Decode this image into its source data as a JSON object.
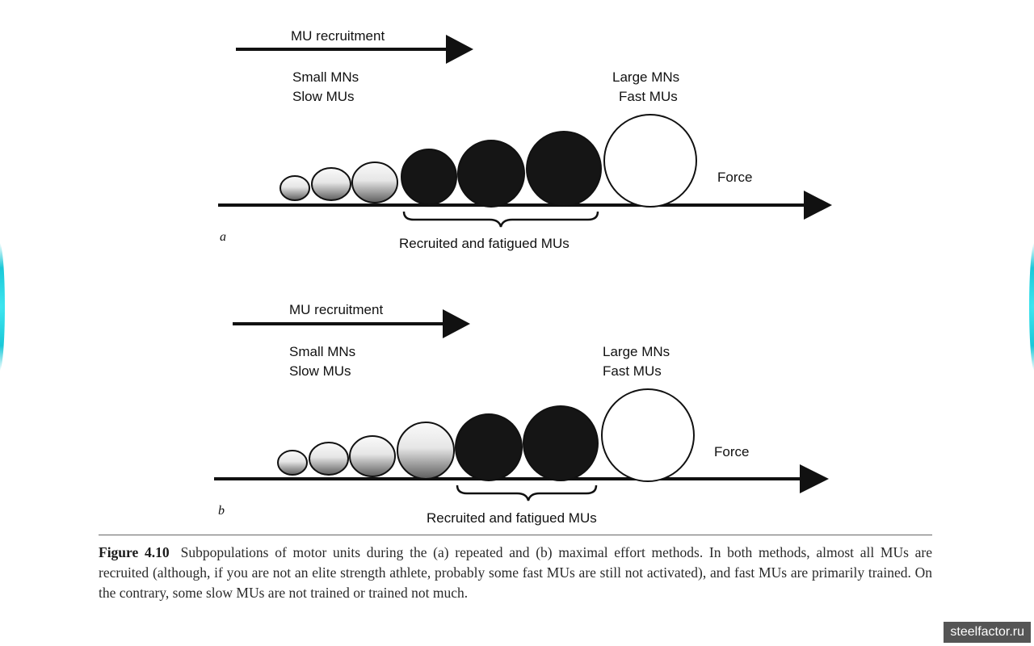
{
  "panels": [
    {
      "id": "a",
      "recruitment_label": "MU recruitment",
      "small_label_line1": "Small MNs",
      "small_label_line2": "Slow MUs",
      "large_label_line1": "Large MNs",
      "large_label_line2": "Fast MUs",
      "force_label": "Force",
      "brace_label": "Recruited and fatigued MUs",
      "panel_letter": "a",
      "units": [
        "shaded",
        "shaded",
        "shaded",
        "filled",
        "filled",
        "filled",
        "empty"
      ]
    },
    {
      "id": "b",
      "recruitment_label": "MU recruitment",
      "small_label_line1": "Small MNs",
      "small_label_line2": "Slow MUs",
      "large_label_line1": "Large MNs",
      "large_label_line2": "Fast MUs",
      "force_label": "Force",
      "brace_label": "Recruited and fatigued MUs",
      "panel_letter": "b",
      "units": [
        "shaded",
        "shaded",
        "shaded",
        "shaded",
        "filled",
        "filled",
        "empty"
      ]
    }
  ],
  "caption": {
    "figure_label": "Figure 4.10",
    "text": "Subpopulations of motor units during the (a) repeated and (b) maximal effort methods. In both methods, almost all MUs are recruited (although, if you are not an elite strength athlete, probably some fast MUs are still not activated), and fast MUs are primarily trained. On the contrary, some slow MUs are not trained or trained not much."
  },
  "watermark": "steelfactor.ru",
  "colors": {
    "ink": "#111111",
    "filled": "#151515",
    "shaded_light": "#f4f4f4",
    "shaded_dark": "#6a6a6a",
    "watermark_bg": "#555555",
    "edge_accent": "#19c8d8"
  }
}
